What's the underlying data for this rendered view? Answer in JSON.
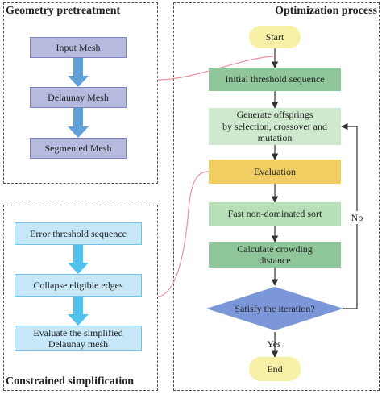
{
  "panels": {
    "geometry": {
      "title": "Geometry pretreatment",
      "steps": [
        "Input Mesh",
        "Delaunay Mesh",
        "Segmented Mesh"
      ]
    },
    "simplification": {
      "title": "Constrained simplification",
      "steps": [
        "Error threshold sequence",
        "Collapse eligible edges",
        "Evaluate the simplified\nDelaunay mesh"
      ]
    },
    "optimization": {
      "title": "Optimization process",
      "start": "Start",
      "initial": "Initial threshold sequence",
      "generate": "Generate offsprings\nby selection, crossover and\nmutation",
      "evaluation": "Evaluation",
      "sort": "Fast non-dominated sort",
      "crowding": "Calculate crowding\ndistance",
      "decision": "Satisfy the iteration?",
      "yes": "Yes",
      "no": "No",
      "end": "End"
    }
  },
  "colors": {
    "purple_box": "#b7badf",
    "blue_box": "#c5e7f8",
    "blue_arrow": "#5fa1d8",
    "sky_arrow": "#4fc3ee",
    "green_dark": "#8fc79a",
    "green_light": "#cfe9cf",
    "gold": "#f1ce62",
    "yellow": "#f6f1a6",
    "decision": "#7b96d9",
    "link_line": "#ee8fa0"
  }
}
